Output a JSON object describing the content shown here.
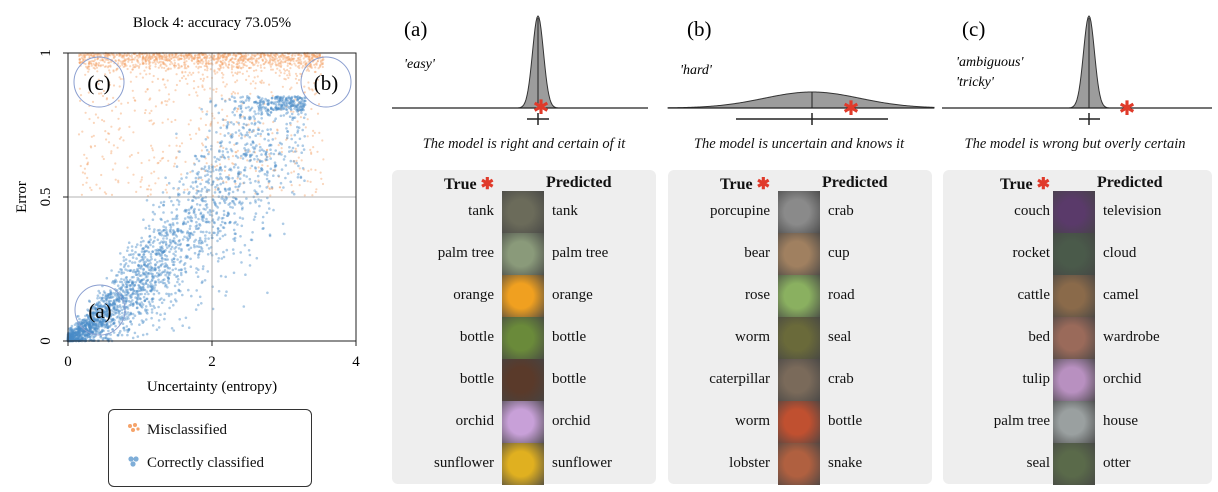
{
  "chart_data": [
    {
      "type": "scatter",
      "title": "Block 4: accuracy 73.05%",
      "xlabel": "Uncertainty (entropy)",
      "ylabel": "Error",
      "xlim": [
        0,
        4
      ],
      "ylim": [
        0,
        1
      ],
      "xticks": [
        "0",
        "2",
        "4"
      ],
      "yticks": [
        "0",
        "0.5",
        "1"
      ],
      "grid": "reference lines at x=2 and y=0.5",
      "series": [
        {
          "name": "Misclassified",
          "color": "#f5a36a",
          "description_points": "dense cloud concentrated at error near 1.0 for entropy 0.2–3.5, spreading down to about 0.5 error"
        },
        {
          "name": "Correctly classified",
          "color": "#4a8cc8",
          "description_points": "dense wedge starting at (0,0), widening with entropy up to about 3.2, error up to ~0.8"
        }
      ],
      "annotations": [
        {
          "label": "(a)",
          "x": 0.45,
          "y": 0.11
        },
        {
          "label": "(b)",
          "x": 3.6,
          "y": 0.91
        },
        {
          "label": "(c)",
          "x": 0.45,
          "y": 0.91
        }
      ],
      "legend": "bottom"
    },
    {
      "type": "area",
      "panels": [
        {
          "label": "(a)",
          "tag": "'easy'",
          "mean": 0.0,
          "spread": "narrow",
          "true_marker": 0.05
        },
        {
          "label": "(b)",
          "tag": "'hard'",
          "mean": 0.0,
          "spread": "wide",
          "true_marker": 0.35
        },
        {
          "label": "(c)",
          "tag1": "'ambiguous'",
          "tag2": "'tricky'",
          "mean": 0.0,
          "spread": "narrow",
          "true_marker": 0.4
        }
      ]
    }
  ],
  "scatter": {
    "title": "Block 4: accuracy 73.05%",
    "xlabel": "Uncertainty (entropy)",
    "ylabel": "Error",
    "xticks": [
      "0",
      "2",
      "4"
    ],
    "yticks": [
      "0",
      "0.5",
      "1"
    ],
    "circle_a": "(a)",
    "circle_b": "(b)",
    "circle_c": "(c)",
    "colors": {
      "misclassified": "#f5a36a",
      "correct": "#4a8cc8"
    }
  },
  "legend": {
    "misclassified": "Misclassified",
    "correct": "Correctly classified"
  },
  "dist": {
    "a": {
      "label": "(a)",
      "tag": "'easy'"
    },
    "b": {
      "label": "(b)",
      "tag": "'hard'"
    },
    "c": {
      "label": "(c)",
      "tag1": "'ambiguous'",
      "tag2": "'tricky'"
    },
    "star_color": "#e03a2a"
  },
  "captions": {
    "a": "The model is right and certain of it",
    "b": "The model is uncertain and knows it",
    "c": "The model is wrong but overly certain"
  },
  "table_headers": {
    "true": "True",
    "predicted": "Predicted",
    "star": "✱"
  },
  "panels": {
    "a": {
      "rows": [
        {
          "true": "tank",
          "pred": "tank",
          "thumb": "#6b6b5a"
        },
        {
          "true": "palm tree",
          "pred": "palm tree",
          "thumb": "#8a9a7a"
        },
        {
          "true": "orange",
          "pred": "orange",
          "thumb": "#f0a020"
        },
        {
          "true": "bottle",
          "pred": "bottle",
          "thumb": "#6a8a3a"
        },
        {
          "true": "bottle",
          "pred": "bottle",
          "thumb": "#5a3a2a"
        },
        {
          "true": "orchid",
          "pred": "orchid",
          "thumb": "#c8a0d8"
        },
        {
          "true": "sunflower",
          "pred": "sunflower",
          "thumb": "#e0b020"
        }
      ]
    },
    "b": {
      "rows": [
        {
          "true": "porcupine",
          "pred": "crab",
          "thumb": "#8a8a8a"
        },
        {
          "true": "bear",
          "pred": "cup",
          "thumb": "#a08060"
        },
        {
          "true": "rose",
          "pred": "road",
          "thumb": "#8ab060"
        },
        {
          "true": "worm",
          "pred": "seal",
          "thumb": "#6a6a3a"
        },
        {
          "true": "caterpillar",
          "pred": "crab",
          "thumb": "#7a6a5a"
        },
        {
          "true": "worm",
          "pred": "bottle",
          "thumb": "#c05030"
        },
        {
          "true": "lobster",
          "pred": "snake",
          "thumb": "#b06040"
        }
      ]
    },
    "c": {
      "rows": [
        {
          "true": "couch",
          "pred": "television",
          "thumb": "#5a3a6a"
        },
        {
          "true": "rocket",
          "pred": "cloud",
          "thumb": "#4a5a4a"
        },
        {
          "true": "cattle",
          "pred": "camel",
          "thumb": "#8a6a4a"
        },
        {
          "true": "bed",
          "pred": "wardrobe",
          "thumb": "#9a6a5a"
        },
        {
          "true": "tulip",
          "pred": "orchid",
          "thumb": "#b890c0"
        },
        {
          "true": "palm tree",
          "pred": "house",
          "thumb": "#9aa0a0"
        },
        {
          "true": "seal",
          "pred": "otter",
          "thumb": "#5a6a4a"
        }
      ]
    }
  }
}
